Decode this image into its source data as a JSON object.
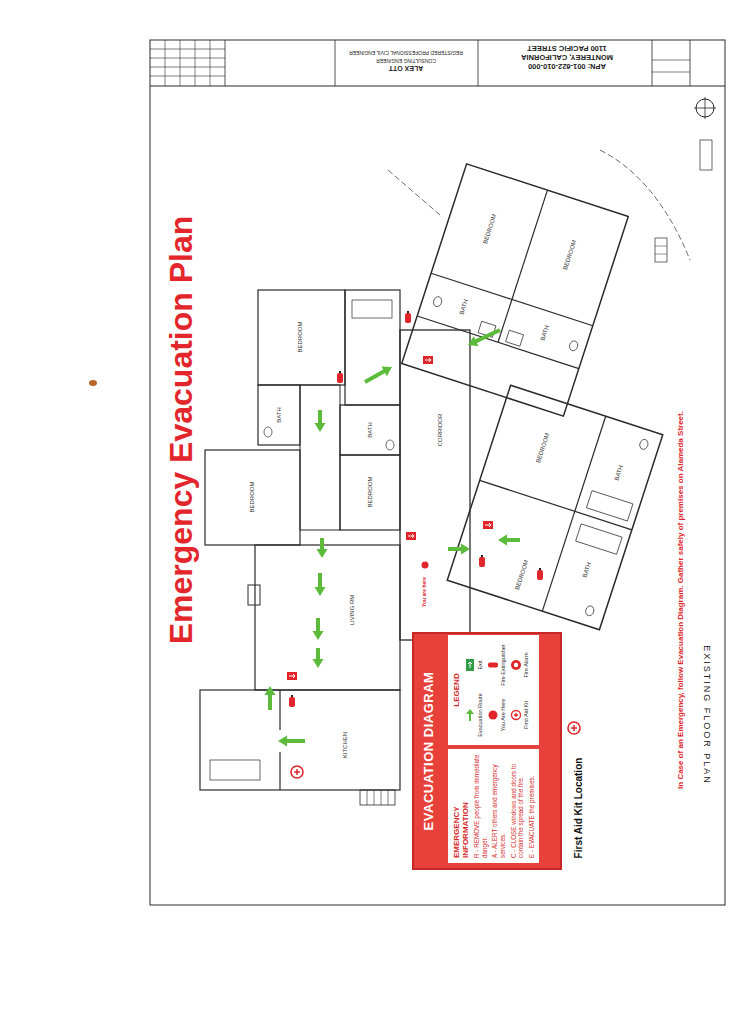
{
  "diagram": {
    "title": "Emergency Evacuation Plan",
    "nodes": [
      {
        "text": [
          "EVACUATION DIAGRAM"
        ]
      },
      {
        "text": [
          "EMERGENCY INFORMATION",
          "R - REMOVE people from immediate danger.",
          "A - ALERT others and emergency services.",
          "C - CLOSE windows and doors to contain the spread of the fire.",
          "E - EVACUATE the premises."
        ],
        "in": 0
      },
      {
        "text": [
          "LEGEND"
        ],
        "in": 0
      }
    ],
    "labels": [
      "1100 PACIFIC STREET",
      "MONTEREY, CALIFORNIA",
      "APN: 001-622-010-000",
      "ALEX OTT",
      "CONSULTING ENGINEER",
      "REGISTERED PROFESSIONAL CIVIL ENGINEER",
      "BEDROOM",
      "BATH",
      "BATH",
      "BEDROOM",
      "BEDROOM",
      "LIVING RM",
      "KITCHEN",
      "CORRIDOR",
      "You are here",
      "BEDROOM",
      "BEDROOM",
      "BATH",
      "BATH",
      "BEDROOM",
      "BATH",
      "BEDROOM",
      "BATH",
      "First Aid Kit Location",
      "In Case of an Emergency, follow Evacuation Diagram. Gather safely of premises on Alameda Street.",
      "EXISTING FLOOR PLAN"
    ],
    "legend": [
      {
        "text": "Evacuation Route"
      },
      {
        "text": "Exit"
      },
      {
        "text": "You Are Here"
      },
      {
        "text": "Fire Extinguisher"
      },
      {
        "text": "First Aid Kit"
      },
      {
        "text": "Fire Alarm"
      }
    ]
  }
}
